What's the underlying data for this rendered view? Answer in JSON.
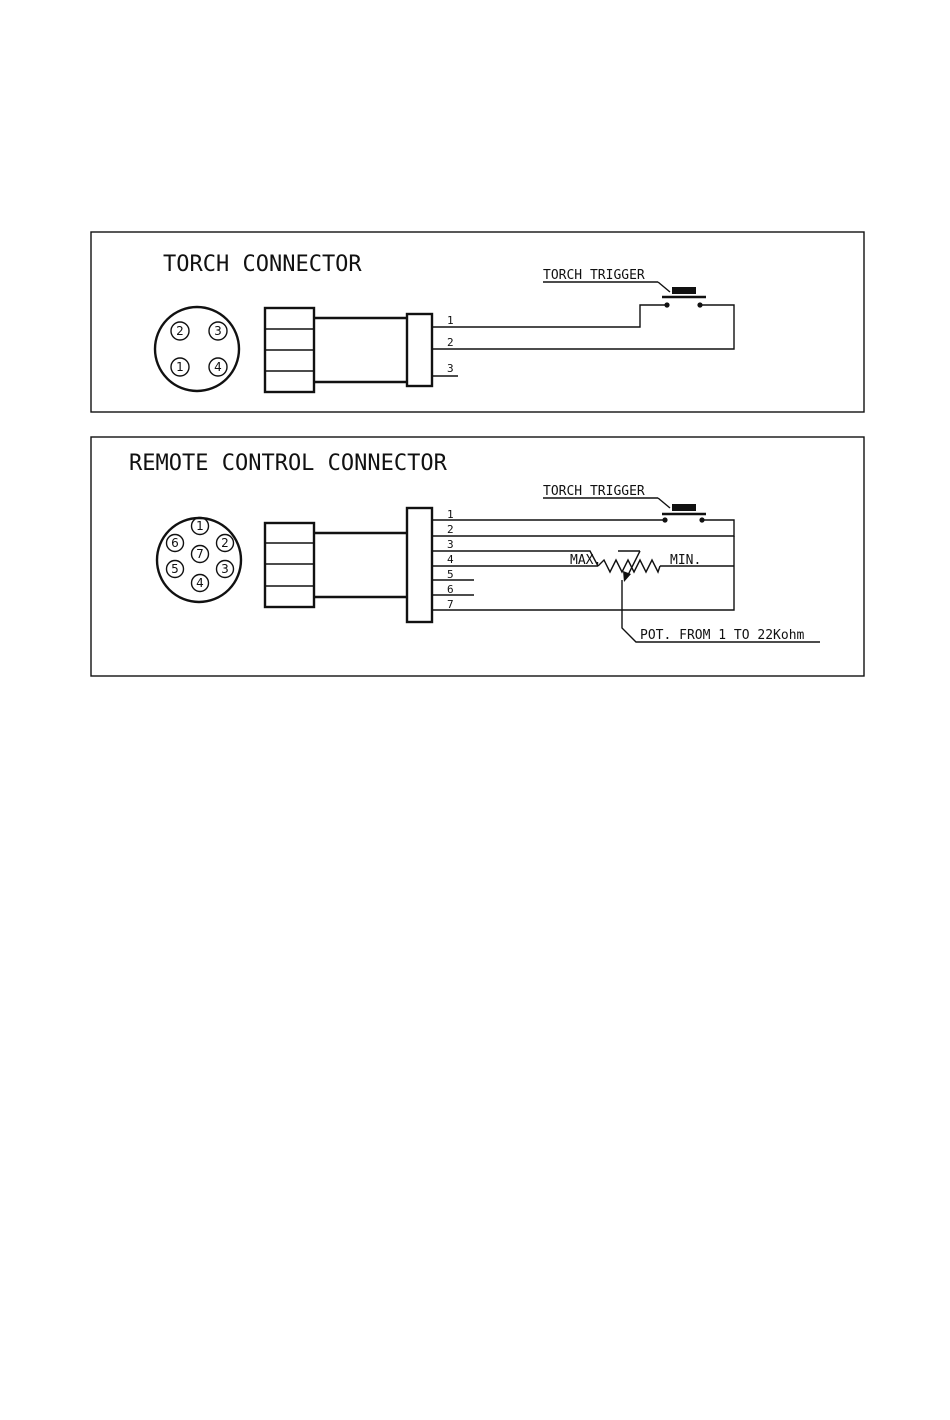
{
  "torch_panel": {
    "title": "TORCH CONNECTOR",
    "trigger_label": "TORCH TRIGGER",
    "pins": [
      "1",
      "2",
      "3"
    ],
    "socket_pins": [
      "2",
      "3",
      "1",
      "4"
    ]
  },
  "remote_panel": {
    "title": "REMOTE CONTROL CONNECTOR",
    "trigger_label": "TORCH TRIGGER",
    "pins": [
      "1",
      "2",
      "3",
      "4",
      "5",
      "6",
      "7"
    ],
    "socket_pins": [
      "1",
      "6",
      "7",
      "2",
      "5",
      "3",
      "4"
    ],
    "max_label": "MAX.",
    "min_label": "MIN.",
    "pot_label": "POT. FROM 1 TO 22Kohm"
  }
}
